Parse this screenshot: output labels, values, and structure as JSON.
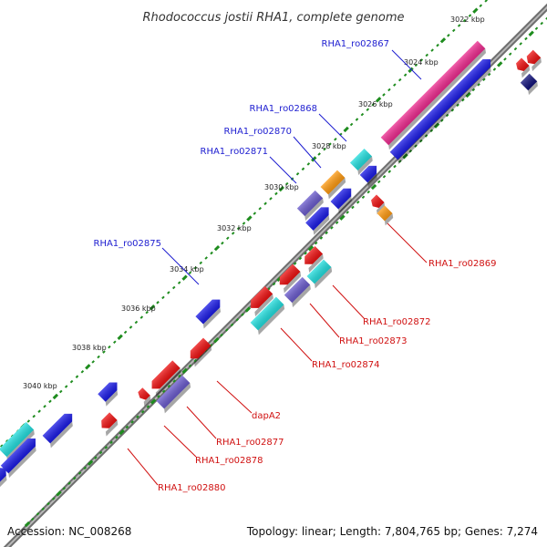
{
  "title": "Rhodococcus jostii RHA1, complete genome",
  "footer": {
    "accession": "Accession: NC_008268",
    "summary": "Topology: linear; Length: 7,804,765 bp; Genes: 7,274"
  },
  "colors": {
    "backbone": "#8a8a8a",
    "tick_dots": "#1e8c1e",
    "forward_label": "#1d1dd0",
    "reverse_label": "#d01010",
    "pink": "#ee2a8f",
    "blue": "#1a1ae6",
    "cyan": "#22dede",
    "orange": "#ff9a10",
    "purple": "#6a5acd",
    "red": "#ee1010",
    "navy": "#10107a"
  },
  "scale": {
    "unit": "kbp",
    "ticks": [
      {
        "label": "3022 kbp"
      },
      {
        "label": "3024 kbp"
      },
      {
        "label": "3026 kbp"
      },
      {
        "label": "3028 kbp"
      },
      {
        "label": "3030 kbp"
      },
      {
        "label": "3032 kbp"
      },
      {
        "label": "3034 kbp"
      },
      {
        "label": "3036 kbp"
      },
      {
        "label": "3038 kbp"
      },
      {
        "label": "3040 kbp"
      }
    ]
  },
  "genes_forward": [
    {
      "name": "RHA1_ro02867",
      "labeled": true
    },
    {
      "name": "RHA1_ro02868",
      "labeled": true
    },
    {
      "name": "RHA1_ro02870",
      "labeled": true
    },
    {
      "name": "RHA1_ro02871",
      "labeled": true
    },
    {
      "name": "RHA1_ro02875",
      "labeled": true
    }
  ],
  "genes_reverse": [
    {
      "name": "RHA1_ro02869",
      "labeled": true
    },
    {
      "name": "RHA1_ro02872",
      "labeled": true
    },
    {
      "name": "RHA1_ro02873",
      "labeled": true
    },
    {
      "name": "RHA1_ro02874",
      "labeled": true
    },
    {
      "name": "dapA2",
      "labeled": true
    },
    {
      "name": "RHA1_ro02877",
      "labeled": true
    },
    {
      "name": "RHA1_ro02878",
      "labeled": true
    },
    {
      "name": "RHA1_ro02880",
      "labeled": true
    }
  ]
}
